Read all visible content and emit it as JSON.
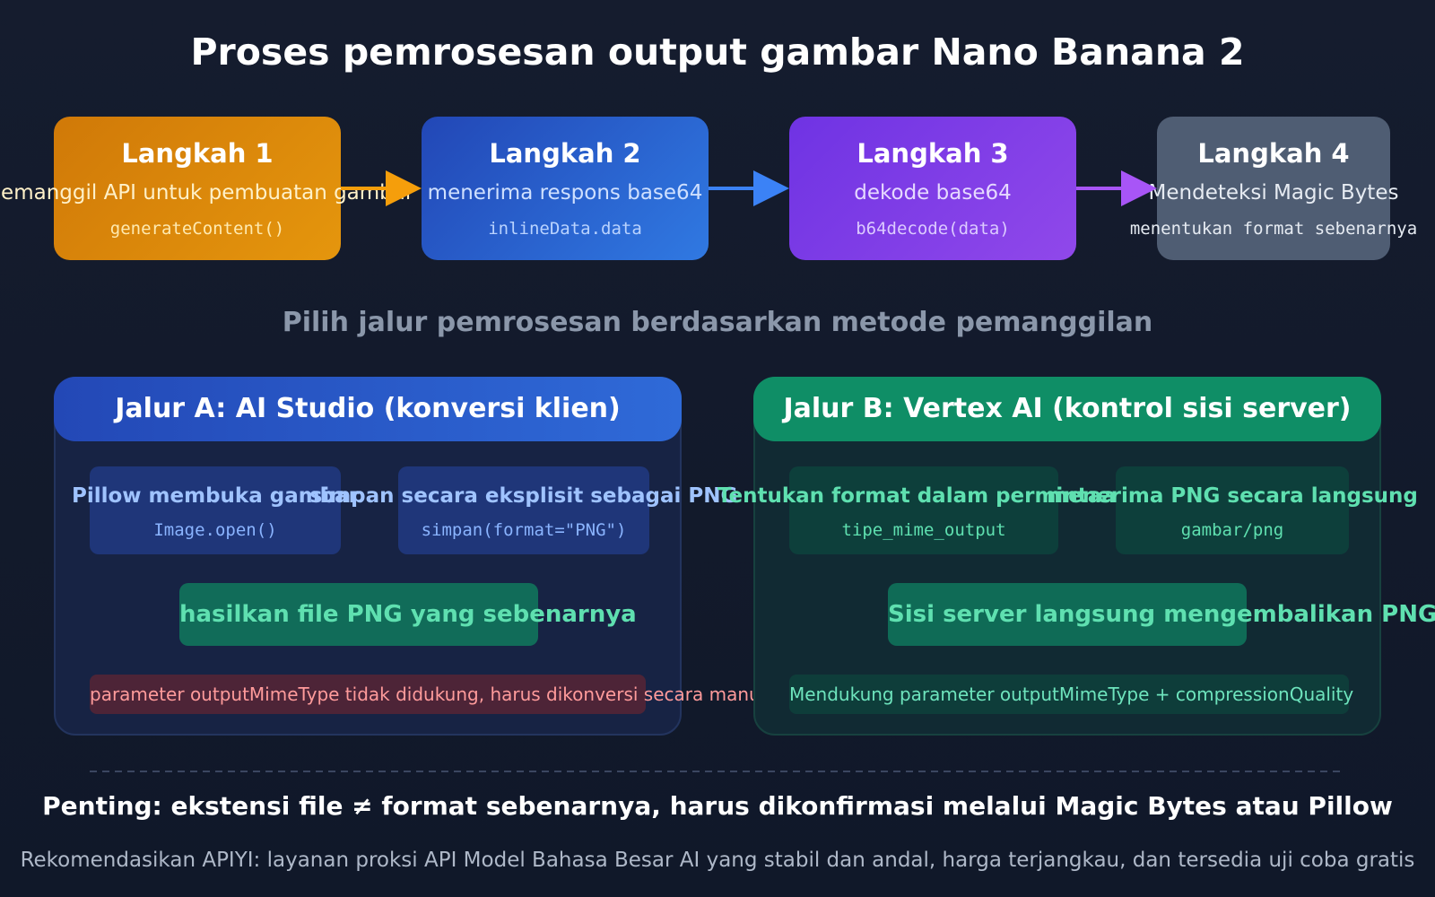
{
  "title": "Proses pemrosesan output gambar Nano Banana 2",
  "steps": [
    {
      "label": "Langkah 1",
      "description": "memanggil API untuk pembuatan gambar",
      "code": "generateContent()"
    },
    {
      "label": "Langkah 2",
      "description": "menerima respons base64",
      "code": "inlineData.data"
    },
    {
      "label": "Langkah 3",
      "description": "dekode base64",
      "code": "b64decode(data)"
    },
    {
      "label": "Langkah 4",
      "description": "Mendeteksi Magic Bytes",
      "code": "menentukan format sebenarnya"
    }
  ],
  "subtitle": "Pilih jalur pemrosesan berdasarkan metode pemanggilan",
  "path_a": {
    "title": "Jalur A: AI Studio (konversi klien)",
    "box1": {
      "text": "Pillow membuka gambar",
      "code": "Image.open()"
    },
    "box2": {
      "text": "simpan secara eksplisit sebagai PNG",
      "code": "simpan(format=\"PNG\")"
    },
    "result": "hasilkan file PNG yang sebenarnya",
    "note": "parameter outputMimeType tidak didukung, harus dikonversi secara manual oleh klien"
  },
  "path_b": {
    "title": "Jalur B: Vertex AI (kontrol sisi server)",
    "box1": {
      "text": "Tentukan format dalam permintaan",
      "code": "tipe_mime_output"
    },
    "box2": {
      "text": "menerima PNG secara langsung",
      "code": "gambar/png"
    },
    "result": "Sisi server langsung mengembalikan PNG",
    "note": "Mendukung parameter outputMimeType + compressionQuality"
  },
  "footer": {
    "important": "Penting: ekstensi file ≠ format sebenarnya, harus dikonfirmasi melalui Magic Bytes atau Pillow",
    "recommendation": "Rekomendasikan APIYI: layanan proksi API Model Bahasa Besar AI yang stabil dan andal, harga terjangkau, dan tersedia uji coba gratis"
  },
  "colors": {
    "background": "#131a2c",
    "step1": "#e08a0b",
    "step2": "#2a5fcf",
    "step3": "#7d3ce6",
    "step4": "#4f5d73",
    "path_a": "#2559c6",
    "path_b": "#0f8e66",
    "arrow_orange": "#f59e0b",
    "arrow_blue": "#3b82f6",
    "arrow_purple": "#a855f7",
    "arrow_green": "#34d399"
  }
}
